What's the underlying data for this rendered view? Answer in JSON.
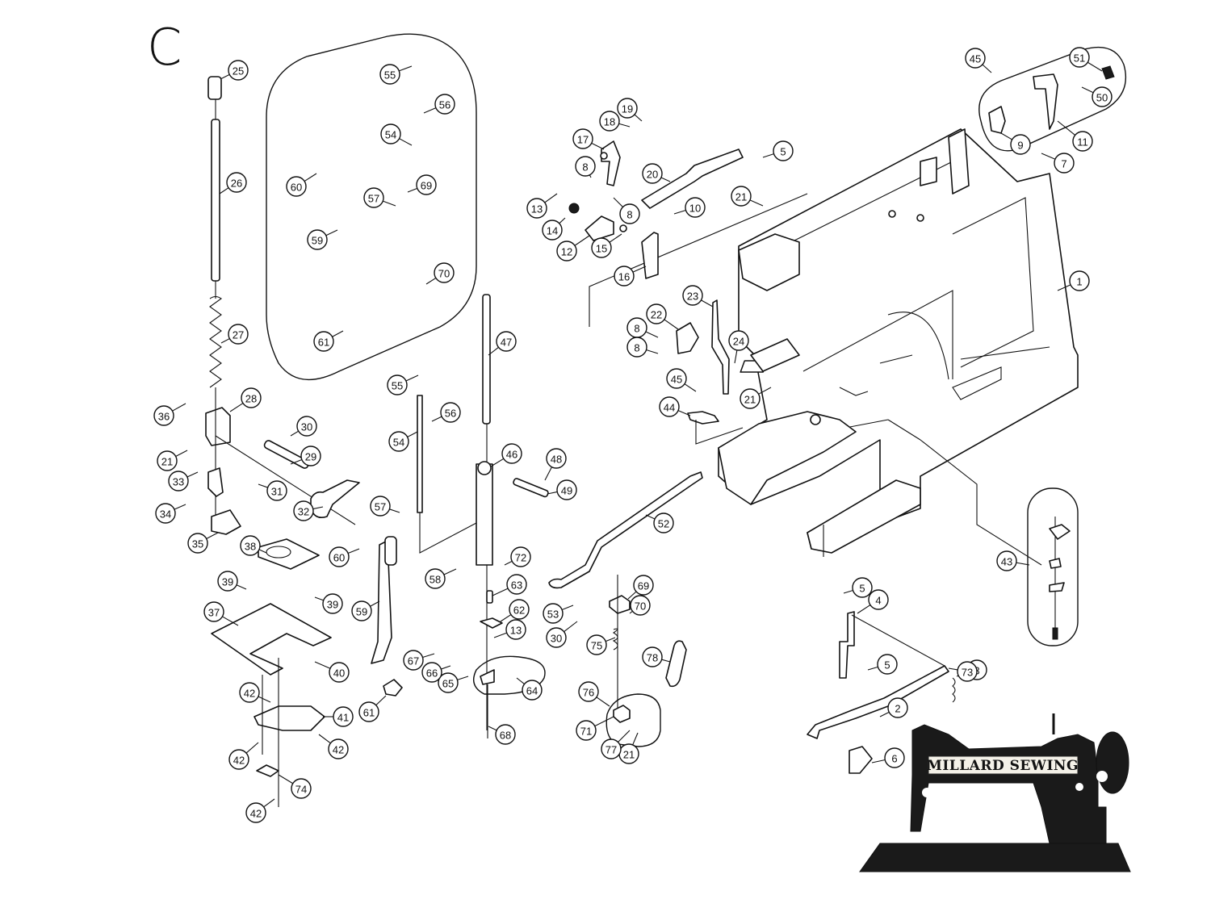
{
  "diagram": {
    "section_letter": "C",
    "type": "exploded parts diagram",
    "subject": "sewing machine frame, presser bar and needle bar assemblies"
  },
  "callouts": [
    {
      "id": "c1",
      "label": "1"
    },
    {
      "id": "c2",
      "label": "2"
    },
    {
      "id": "c3",
      "label": "3"
    },
    {
      "id": "c4",
      "label": "4"
    },
    {
      "id": "c5a",
      "label": "5"
    },
    {
      "id": "c5b",
      "label": "5"
    },
    {
      "id": "c5c",
      "label": "5"
    },
    {
      "id": "c6",
      "label": "6"
    },
    {
      "id": "c7",
      "label": "7"
    },
    {
      "id": "c8a",
      "label": "8"
    },
    {
      "id": "c8b",
      "label": "8"
    },
    {
      "id": "c8c",
      "label": "8"
    },
    {
      "id": "c8d",
      "label": "8"
    },
    {
      "id": "c9",
      "label": "9"
    },
    {
      "id": "c10",
      "label": "10"
    },
    {
      "id": "c11",
      "label": "11"
    },
    {
      "id": "c12",
      "label": "12"
    },
    {
      "id": "c13a",
      "label": "13"
    },
    {
      "id": "c13b",
      "label": "13"
    },
    {
      "id": "c14",
      "label": "14"
    },
    {
      "id": "c15",
      "label": "15"
    },
    {
      "id": "c16",
      "label": "16"
    },
    {
      "id": "c17",
      "label": "17"
    },
    {
      "id": "c18",
      "label": "18"
    },
    {
      "id": "c19",
      "label": "19"
    },
    {
      "id": "c20",
      "label": "20"
    },
    {
      "id": "c21a",
      "label": "21"
    },
    {
      "id": "c21b",
      "label": "21"
    },
    {
      "id": "c21c",
      "label": "21"
    },
    {
      "id": "c21d",
      "label": "21"
    },
    {
      "id": "c22",
      "label": "22"
    },
    {
      "id": "c23",
      "label": "23"
    },
    {
      "id": "c24",
      "label": "24"
    },
    {
      "id": "c25",
      "label": "25"
    },
    {
      "id": "c26",
      "label": "26"
    },
    {
      "id": "c27",
      "label": "27"
    },
    {
      "id": "c28",
      "label": "28"
    },
    {
      "id": "c29",
      "label": "29"
    },
    {
      "id": "c30a",
      "label": "30"
    },
    {
      "id": "c30b",
      "label": "30"
    },
    {
      "id": "c31",
      "label": "31"
    },
    {
      "id": "c32",
      "label": "32"
    },
    {
      "id": "c33",
      "label": "33"
    },
    {
      "id": "c34",
      "label": "34"
    },
    {
      "id": "c35",
      "label": "35"
    },
    {
      "id": "c36",
      "label": "36"
    },
    {
      "id": "c37",
      "label": "37"
    },
    {
      "id": "c38",
      "label": "38"
    },
    {
      "id": "c39a",
      "label": "39"
    },
    {
      "id": "c39b",
      "label": "39"
    },
    {
      "id": "c40",
      "label": "40"
    },
    {
      "id": "c41",
      "label": "41"
    },
    {
      "id": "c42a",
      "label": "42"
    },
    {
      "id": "c42b",
      "label": "42"
    },
    {
      "id": "c42c",
      "label": "42"
    },
    {
      "id": "c42d",
      "label": "42"
    },
    {
      "id": "c43",
      "label": "43"
    },
    {
      "id": "c44",
      "label": "44"
    },
    {
      "id": "c45a",
      "label": "45"
    },
    {
      "id": "c45b",
      "label": "45"
    },
    {
      "id": "c46",
      "label": "46"
    },
    {
      "id": "c47",
      "label": "47"
    },
    {
      "id": "c48",
      "label": "48"
    },
    {
      "id": "c49",
      "label": "49"
    },
    {
      "id": "c50",
      "label": "50"
    },
    {
      "id": "c51",
      "label": "51"
    },
    {
      "id": "c52",
      "label": "52"
    },
    {
      "id": "c53",
      "label": "53"
    },
    {
      "id": "c54a",
      "label": "54"
    },
    {
      "id": "c54b",
      "label": "54"
    },
    {
      "id": "c55a",
      "label": "55"
    },
    {
      "id": "c55b",
      "label": "55"
    },
    {
      "id": "c56a",
      "label": "56"
    },
    {
      "id": "c56b",
      "label": "56"
    },
    {
      "id": "c57a",
      "label": "57"
    },
    {
      "id": "c57b",
      "label": "57"
    },
    {
      "id": "c58",
      "label": "58"
    },
    {
      "id": "c59a",
      "label": "59"
    },
    {
      "id": "c59b",
      "label": "59"
    },
    {
      "id": "c60a",
      "label": "60"
    },
    {
      "id": "c60b",
      "label": "60"
    },
    {
      "id": "c61a",
      "label": "61"
    },
    {
      "id": "c61b",
      "label": "61"
    },
    {
      "id": "c62",
      "label": "62"
    },
    {
      "id": "c63",
      "label": "63"
    },
    {
      "id": "c64",
      "label": "64"
    },
    {
      "id": "c65",
      "label": "65"
    },
    {
      "id": "c66",
      "label": "66"
    },
    {
      "id": "c67",
      "label": "67"
    },
    {
      "id": "c68",
      "label": "68"
    },
    {
      "id": "c69a",
      "label": "69"
    },
    {
      "id": "c69b",
      "label": "69"
    },
    {
      "id": "c70a",
      "label": "70"
    },
    {
      "id": "c70b",
      "label": "70"
    },
    {
      "id": "c71",
      "label": "71"
    },
    {
      "id": "c72",
      "label": "72"
    },
    {
      "id": "c73",
      "label": "73"
    },
    {
      "id": "c74",
      "label": "74"
    },
    {
      "id": "c75",
      "label": "75"
    },
    {
      "id": "c76",
      "label": "76"
    },
    {
      "id": "c77",
      "label": "77"
    },
    {
      "id": "c78",
      "label": "78"
    }
  ],
  "logo": {
    "brand_text": "MILLARD SEWING",
    "icon": "vintage-sewing-machine-icon"
  }
}
